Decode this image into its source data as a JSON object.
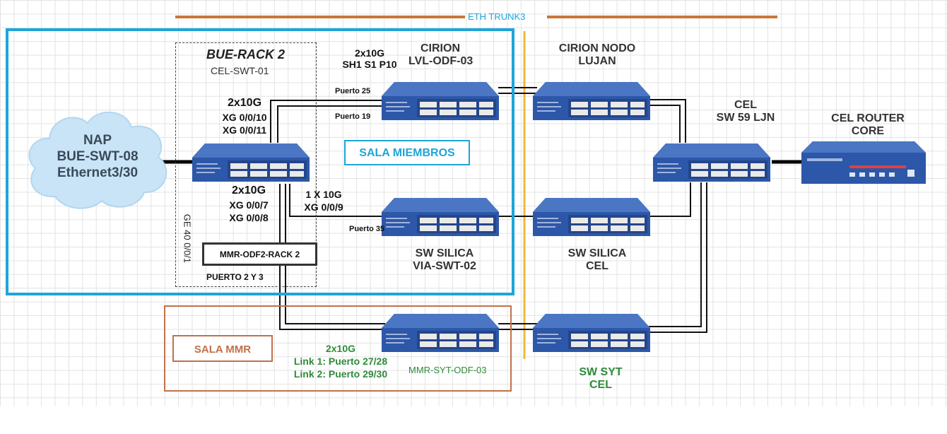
{
  "trunk": {
    "label": "ETH TRUNK3"
  },
  "nap": {
    "line1": "NAP",
    "line2": "BUE-SWT-08",
    "line3": "Ethernet3/30"
  },
  "rack": {
    "title": "BUE-RACK 2",
    "device": "CEL-SWT-01"
  },
  "labels": {
    "up_speed": "2x10G",
    "up_port1": "XG 0/0/10",
    "up_port2": "XG 0/0/11",
    "cirion_speed": "2x10G",
    "cirion_slot": "SH1 S1 P10",
    "puerto25": "Puerto 25",
    "puerto19": "Puerto 19",
    "down_speed": "2x10G",
    "down_port1": "XG 0/0/7",
    "down_port2": "XG 0/0/8",
    "one_speed": "1 X 10G",
    "one_port": "XG 0/0/9",
    "puerto35": "Puerto 35",
    "ge": "GE 40 0/0/1",
    "mmr_odf": "MMR-ODF2-RACK 2",
    "puerto_2y3": "PUERTO 2 Y 3",
    "sala_miembros": "SALA MIEMBROS",
    "sala_mmr": "SALA MMR",
    "mmr_speed": "2x10G",
    "link1": "Link 1: Puerto 27/28",
    "link2": "Link 2: Puerto 29/30",
    "mmr_syt_odf": "MMR-SYT-ODF-03"
  },
  "nodes": {
    "cirion_lvl": {
      "line1": "CIRION",
      "line2": "LVL-ODF-03"
    },
    "cirion_lujan": {
      "line1": "CIRION NODO",
      "line2": "LUJAN"
    },
    "cel_sw59": {
      "line1": "CEL",
      "line2": "SW 59 LJN"
    },
    "cel_router": {
      "line1": "CEL ROUTER",
      "line2": "CORE"
    },
    "silica_via": {
      "line1": "SW SILICA",
      "line2": "VIA-SWT-02"
    },
    "silica_cel": {
      "line1": "SW SILICA",
      "line2": "CEL"
    },
    "syt_cel": {
      "line1": "SW SYT",
      "line2": "CEL"
    }
  },
  "colors": {
    "sala_miembros": "#1ea5d9",
    "sala_mmr": "#c0714a",
    "trunk": "#c8773a",
    "divider": "#f0b93a",
    "switch_blue": "#2d57a8",
    "green_text": "#2e8b3a"
  }
}
